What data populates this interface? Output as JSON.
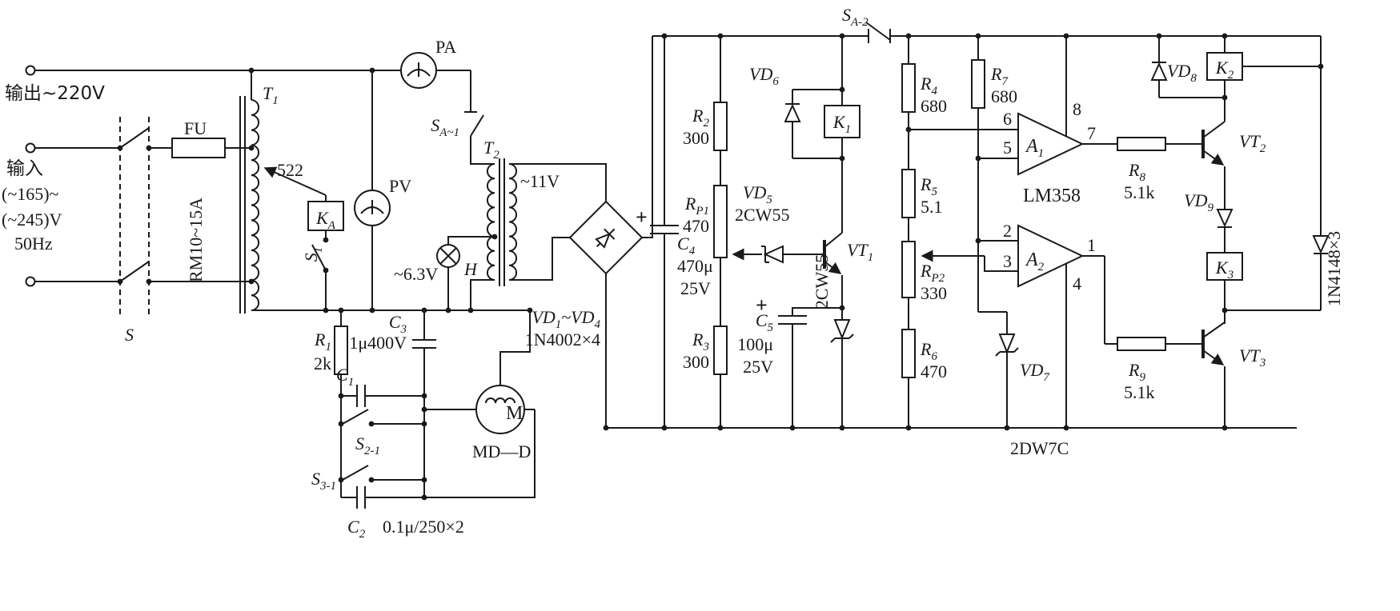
{
  "labels": {
    "out220": {
      "t": "输出~220V"
    },
    "in_label": {
      "t": "输入"
    },
    "range1": {
      "t": "(~165)~"
    },
    "range2": {
      "t": "(~245)V"
    },
    "freq": {
      "t": "50Hz"
    },
    "s_main": {
      "t": "S"
    },
    "fu": {
      "t": "FU"
    },
    "fu_rating": {
      "t": "RM10~15A"
    },
    "t1": {
      "m": "T",
      "s": "1"
    },
    "v522": {
      "t": "522"
    },
    "ka": {
      "m": "K",
      "s": "A"
    },
    "s1": {
      "m": "S",
      "s": "1"
    },
    "pa": {
      "t": "PA"
    },
    "sa1": {
      "m": "S",
      "s": "A~1"
    },
    "pv": {
      "t": "PV"
    },
    "t2": {
      "m": "T",
      "s": "2"
    },
    "v11": {
      "t": "~11V"
    },
    "v63": {
      "t": "~6.3V"
    },
    "h": {
      "t": "H"
    },
    "c3": {
      "m": "C",
      "s": "3"
    },
    "c3v": {
      "t": "1μ400V"
    },
    "r1": {
      "m": "R",
      "s": "1"
    },
    "r1v": {
      "t": "2k"
    },
    "c1": {
      "m": "C",
      "s": "1"
    },
    "s21": {
      "m": "S",
      "s": "2-1"
    },
    "s31": {
      "m": "S",
      "s": "3-1"
    },
    "c2": {
      "m": "C",
      "s": "2"
    },
    "c2v": {
      "t": "0.1μ/250×2"
    },
    "m_motor": {
      "t": "M"
    },
    "mdd": {
      "t": "MD—D"
    },
    "vd14": {
      "m": "VD",
      "s": "1",
      "m2": "~VD",
      "s2": "4"
    },
    "p4002": {
      "t": "1N4002×4"
    },
    "c4": {
      "m": "C",
      "s": "4"
    },
    "c4a": {
      "t": "470μ"
    },
    "c4b": {
      "t": "25V"
    },
    "plus1": {
      "t": "+"
    },
    "r2": {
      "m": "R",
      "s": "2"
    },
    "r2v": {
      "t": "300"
    },
    "rp1": {
      "m": "R",
      "s": "P1"
    },
    "rp1v": {
      "t": "470"
    },
    "r3": {
      "m": "R",
      "s": "3"
    },
    "r3v": {
      "t": "300"
    },
    "vd6": {
      "m": "VD",
      "s": "6"
    },
    "k1": {
      "m": "K",
      "s": "1"
    },
    "vd5": {
      "m": "VD",
      "s": "5"
    },
    "cw55a": {
      "t": "2CW55"
    },
    "vt1": {
      "m": "VT",
      "s": "1"
    },
    "cw55b": {
      "t": "2CW55"
    },
    "plus2": {
      "t": "+"
    },
    "c5": {
      "m": "C",
      "s": "5"
    },
    "c5a": {
      "t": "100μ"
    },
    "c5b": {
      "t": "25V"
    },
    "r5": {
      "m": "R",
      "s": "5"
    },
    "r5v": {
      "t": "5.1"
    },
    "rp2": {
      "m": "R",
      "s": "P2"
    },
    "rp2v": {
      "t": "330"
    },
    "r6": {
      "m": "R",
      "s": "6"
    },
    "r6v": {
      "t": "470"
    },
    "sa2": {
      "m": "S",
      "s": "A-2"
    },
    "r4": {
      "m": "R",
      "s": "4"
    },
    "r4v": {
      "t": "680"
    },
    "r7": {
      "m": "R",
      "s": "7"
    },
    "r7v": {
      "t": "680"
    },
    "pin8": {
      "t": "8"
    },
    "pin6": {
      "t": "6"
    },
    "pin5": {
      "t": "5"
    },
    "pin7": {
      "t": "7"
    },
    "a1": {
      "m": "A",
      "s": "1"
    },
    "lm358": {
      "t": "LM358"
    },
    "pin2": {
      "t": "2"
    },
    "pin3": {
      "t": "3"
    },
    "pin1": {
      "t": "1"
    },
    "pin4": {
      "t": "4"
    },
    "a2": {
      "m": "A",
      "s": "2"
    },
    "vd8": {
      "m": "VD",
      "s": "8"
    },
    "k2": {
      "m": "K",
      "s": "2"
    },
    "r8": {
      "m": "R",
      "s": "8"
    },
    "r8v": {
      "t": "5.1k"
    },
    "vt2": {
      "m": "VT",
      "s": "2"
    },
    "vd9": {
      "m": "VD",
      "s": "9"
    },
    "k3": {
      "m": "K",
      "s": "3"
    },
    "n4148": {
      "t": "1N4148×3"
    },
    "r9": {
      "m": "R",
      "s": "9"
    },
    "r9v": {
      "t": "5.1k"
    },
    "vt3": {
      "m": "VT",
      "s": "3"
    },
    "vd7": {
      "m": "VD",
      "s": "7"
    },
    "dw7c": {
      "t": "2DW7C"
    }
  }
}
